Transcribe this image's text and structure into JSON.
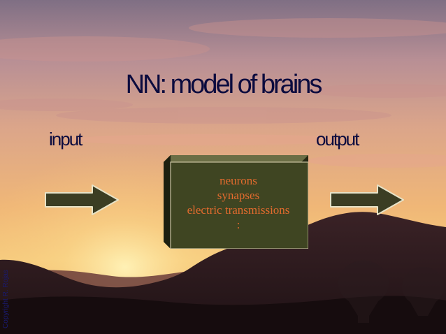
{
  "title": "NN: model of brains",
  "labels": {
    "input": "input",
    "output": "output"
  },
  "box": {
    "lines": [
      "neurons",
      "synapses",
      "electric transmissions",
      ":"
    ]
  },
  "copyright": "Copyright R. Rojas",
  "colors": {
    "title": "#0b0b3e",
    "box_fill": "#3f4522",
    "box_text": "#e36b2e",
    "arrow_fill": "#3b3d23"
  },
  "icons": [
    "right-arrow-icon",
    "right-arrow-icon",
    "hot-air-balloon-icon"
  ]
}
